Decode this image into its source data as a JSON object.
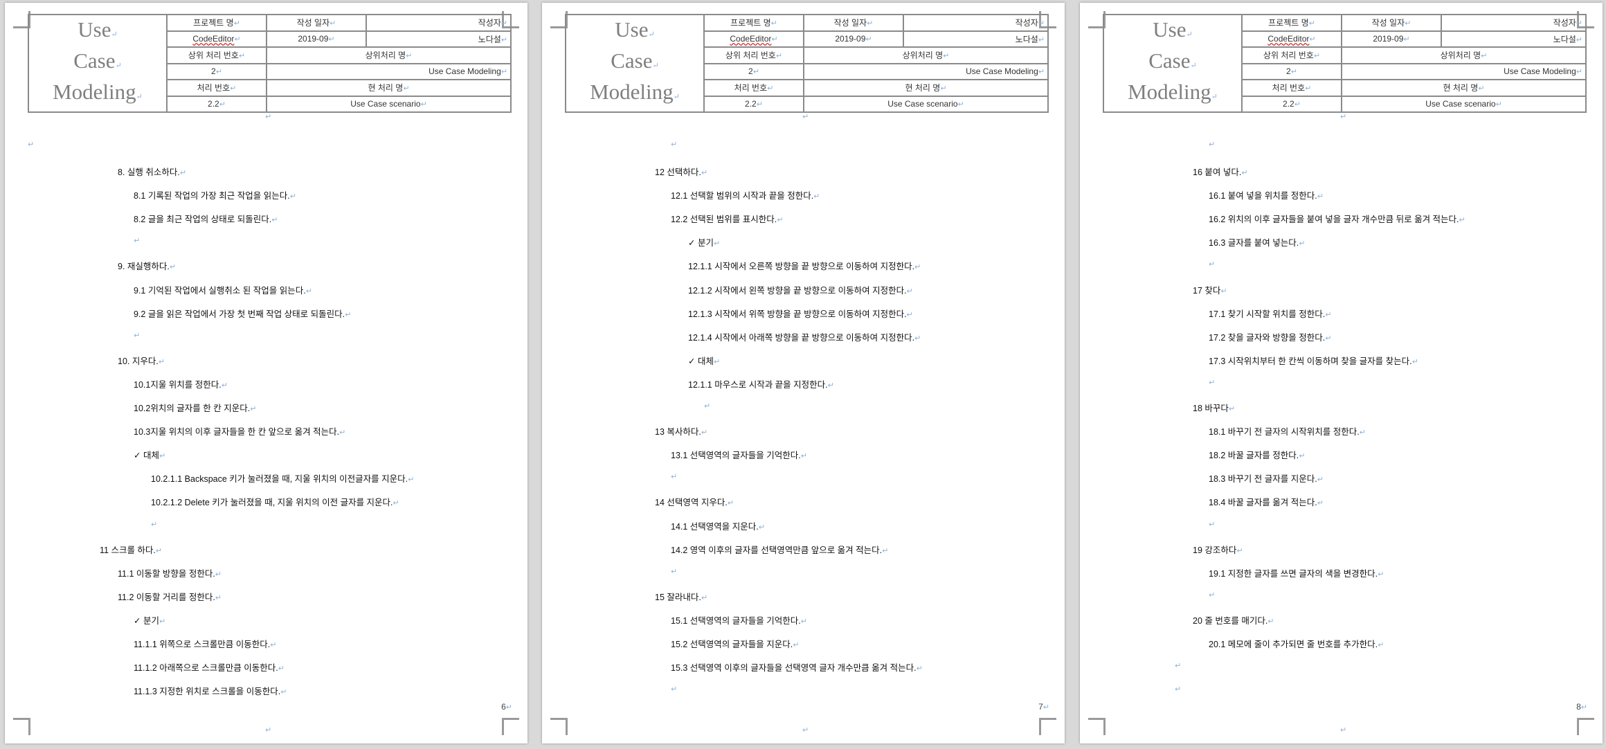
{
  "header": {
    "logo_lines": [
      "Use",
      "Case",
      "Modeling"
    ],
    "project_name_label": "프로젝트 명",
    "date_label": "작성 일자",
    "author_label": "작성자",
    "project_name": "CodeEditor",
    "date": "2019-09",
    "author": "노다설",
    "parent_no_label": "상위 처리 번호",
    "parent_name_label": "상위처리 명",
    "parent_no": "2",
    "parent_name": "Use Case Modeling",
    "proc_no_label": "처리 번호",
    "proc_name_label": "현 처리 명",
    "proc_no": "2.2",
    "proc_name": "Use Case scenario"
  },
  "pages": [
    {
      "page_number": "6",
      "lines": [
        {
          "i": 1,
          "t": "8.   실행 취소하다."
        },
        {
          "i": 2,
          "t": "8.1  기록된 작업의 가장 최근 작업을 읽는다."
        },
        {
          "i": 2,
          "t": "8.2  글을 최근 작업의 상태로 되돌린다."
        },
        {
          "i": 2,
          "t": ""
        },
        {
          "i": 1,
          "t": "9.   재실행하다."
        },
        {
          "i": 2,
          "t": "9.1  기억된 작업에서 실행취소 된 작업을 읽는다."
        },
        {
          "i": 2,
          "t": "9.2  글을 읽은 작업에서 가장 첫 번째 작업 상태로 되돌린다."
        },
        {
          "i": 2,
          "t": ""
        },
        {
          "i": 1,
          "t": "10. 지우다."
        },
        {
          "i": 2,
          "t": "10.1지울 위치를 정한다."
        },
        {
          "i": 2,
          "t": "10.2위치의 글자를 한 칸 지운다."
        },
        {
          "i": 2,
          "t": "10.3지울 위치의 이후 글자들을 한 칸 앞으로 옮겨 적는다."
        },
        {
          "i": 2,
          "t": "✓   대체"
        },
        {
          "i": 3,
          "t": "10.2.1.1 Backspace 키가 눌러졌을 때, 지울 위치의 이전글자를 지운다."
        },
        {
          "i": 3,
          "t": "10.2.1.2 Delete 키가 눌러졌을 때, 지울 위치의 이전 글자를 지운다."
        },
        {
          "i": 3,
          "t": ""
        },
        {
          "i": 0,
          "t": "11    스크롤 하다."
        },
        {
          "i": 1,
          "t": "11.1  이동할 방향을 정한다."
        },
        {
          "i": 1,
          "t": "11.2  이동할 거리를 정한다."
        },
        {
          "i": 2,
          "t": "✓   분기"
        },
        {
          "i": 2,
          "t": "11.1.1  위쪽으로 스크롤만큼 이동한다."
        },
        {
          "i": 2,
          "t": "11.1.2  아래쪽으로 스크롤만큼 이동한다."
        },
        {
          "i": 2,
          "t": "11.1.3  지정한 위치로 스크롤을 이동한다."
        }
      ]
    },
    {
      "page_number": "7",
      "lines": [
        {
          "i": 1,
          "t": "12   선택하다."
        },
        {
          "i": 2,
          "t": "12.1 선택할 범위의 시작과 끝을 정한다."
        },
        {
          "i": 2,
          "t": "12.2 선택된 범위를 표시한다."
        },
        {
          "i": 3,
          "t": "✓   분기"
        },
        {
          "i": 3,
          "t": "12.1.1   시작에서 오른쪽 방향을 끝 방향으로 이동하여 지정한다."
        },
        {
          "i": 3,
          "t": "12.1.2   시작에서 왼쪽 방향을 끝 방향으로 이동하여 지정한다."
        },
        {
          "i": 3,
          "t": "12.1.3   시작에서 위쪽 방향을 끝 방향으로 이동하여 지정한다."
        },
        {
          "i": 3,
          "t": "12.1.4   시작에서 아래쪽 방향을 끝 방향으로 이동하여 지정한다."
        },
        {
          "i": 3,
          "t": "✓   대체"
        },
        {
          "i": 3,
          "t": "12.1.1   마우스로 시작과 끝을 지정한다."
        },
        {
          "i": 4,
          "t": ""
        },
        {
          "i": 1,
          "t": "13    복사하다."
        },
        {
          "i": 2,
          "t": "13.1  선택영역의 글자들을 기억한다."
        },
        {
          "i": 2,
          "t": ""
        },
        {
          "i": 1,
          "t": "14    선택영역 지우다."
        },
        {
          "i": 2,
          "t": "14.1  선택영역을 지운다."
        },
        {
          "i": 2,
          "t": "14.2  영역 이후의 글자를 선택영역만큼 앞으로 옮겨 적는다."
        },
        {
          "i": 2,
          "t": ""
        },
        {
          "i": 1,
          "t": "15    잘라내다."
        },
        {
          "i": 2,
          "t": "15.1  선택영역의 글자들을 기억한다."
        },
        {
          "i": 2,
          "t": "15.2  선택영역의 글자들을 지운다."
        },
        {
          "i": 2,
          "t": "15.3  선택영역 이후의 글자들을 선택영역 글자 개수만큼 옮겨 적는다."
        },
        {
          "i": 2,
          "t": ""
        }
      ]
    },
    {
      "page_number": "8",
      "lines": [
        {
          "i": 1,
          "t": "16    붙여 넣다."
        },
        {
          "i": 2,
          "t": "16.1  붙여 넣을 위치를 정한다."
        },
        {
          "i": 2,
          "t": "16.2  위치의 이후 글자들을 붙여 넣을 글자 개수만큼 뒤로 옮겨 적는다."
        },
        {
          "i": 2,
          "t": "16.3  글자를 붙여 넣는다."
        },
        {
          "i": 2,
          "t": ""
        },
        {
          "i": 1,
          "t": "17    찾다"
        },
        {
          "i": 2,
          "t": "17.1  찾기 시작할 위치를 정한다."
        },
        {
          "i": 2,
          "t": "17.2  찾을 글자와 방향을 정한다."
        },
        {
          "i": 2,
          "t": "17.3  시작위치부터 한 칸씩 이동하며 찾을 글자를 찾는다."
        },
        {
          "i": 2,
          "t": ""
        },
        {
          "i": 1,
          "t": "18    바꾸다"
        },
        {
          "i": 2,
          "t": "18.1  바꾸기 전 글자의 시작위치를 정한다."
        },
        {
          "i": 2,
          "t": "18.2  바꿀 글자를 정한다."
        },
        {
          "i": 2,
          "t": "18.3  바꾸기 전 글자를 지운다."
        },
        {
          "i": 2,
          "t": "18.4  바꿀 글자를 옮겨 적는다."
        },
        {
          "i": 2,
          "t": ""
        },
        {
          "i": 1,
          "t": "19    강조하다"
        },
        {
          "i": 2,
          "t": "19.1  지정한 글자를 쓰면 글자의 색을 변경한다."
        },
        {
          "i": 2,
          "t": ""
        },
        {
          "i": 1,
          "t": "20    줄 번호를 매기다."
        },
        {
          "i": 2,
          "t": "20.1  메모에 줄이 추가되면 줄 번호를 추가한다."
        },
        {
          "i": 0,
          "t": ""
        },
        {
          "i": 0,
          "t": ""
        }
      ]
    }
  ]
}
